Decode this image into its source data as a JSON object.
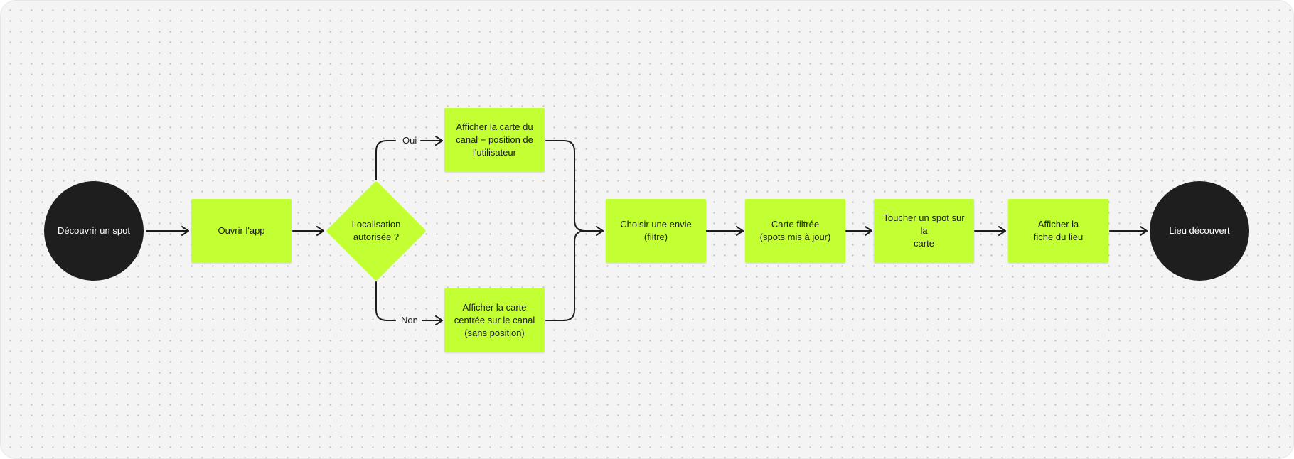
{
  "diagram": {
    "nodes": {
      "start": {
        "label": "Découvrir un spot"
      },
      "open_app": {
        "label": "Ouvrir l'app"
      },
      "decision": {
        "label": "Localisation\nautorisée ?"
      },
      "map_with_position": {
        "label": "Afficher la carte du\ncanal + position de\nl'utilisateur"
      },
      "map_centered": {
        "label": "Afficher la carte\ncentrée sur le canal\n(sans position)"
      },
      "choose_craving": {
        "label": "Choisir une envie\n(filtre)"
      },
      "filtered_map": {
        "label": "Carte filtrée\n(spots mis à jour)"
      },
      "tap_spot": {
        "label": "Toucher un spot sur la\ncarte"
      },
      "show_place": {
        "label": "Afficher la\nfiche du lieu"
      },
      "end": {
        "label": "Lieu découvert"
      }
    },
    "edge_labels": {
      "yes": "Oui",
      "no": "Non"
    },
    "colors": {
      "process_fill": "#c2ff33",
      "terminal_fill": "#1e1e1e",
      "connector": "#1c1c1c",
      "canvas": "#f4f4f4"
    }
  }
}
